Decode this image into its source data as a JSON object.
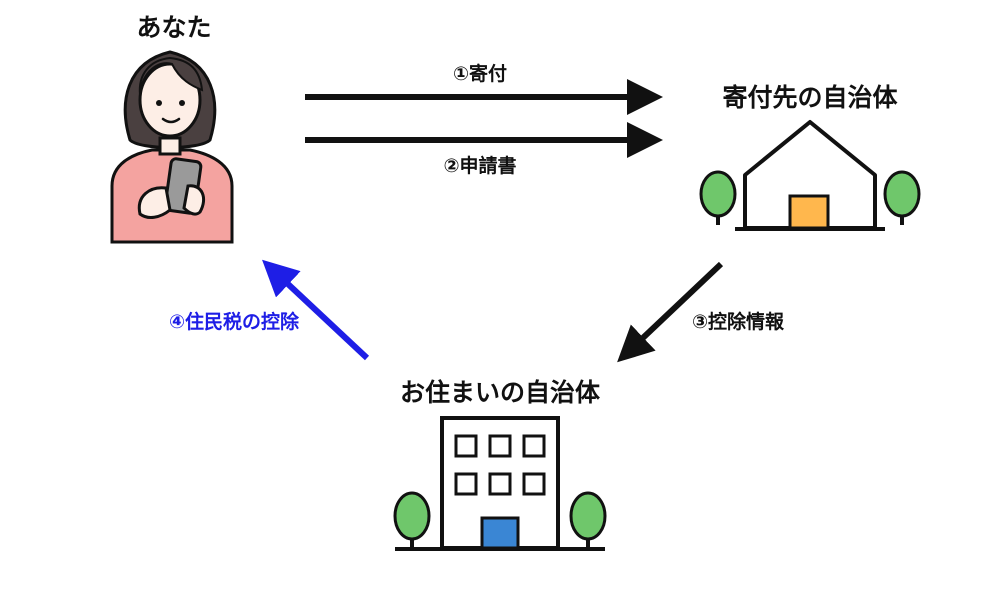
{
  "nodes": {
    "you": {
      "label": "あなた"
    },
    "donation_target": {
      "label": "寄付先の自治体"
    },
    "residence": {
      "label": "お住まいの自治体"
    }
  },
  "edges": {
    "donation": {
      "label": "①寄付"
    },
    "application": {
      "label": "②申請書"
    },
    "deduction_info": {
      "label": "③控除情報"
    },
    "tax_deduction": {
      "label": "④住民税の控除"
    }
  },
  "colors": {
    "arrow_default": "#111111",
    "arrow_highlight": "#1e1ee6",
    "tree_green": "#6fc76b",
    "door_orange": "#ffb74d",
    "door_blue": "#3a86d4",
    "shirt_pink": "#f4a3a0",
    "hair": "#4a4040",
    "skin": "#fdeee6"
  }
}
